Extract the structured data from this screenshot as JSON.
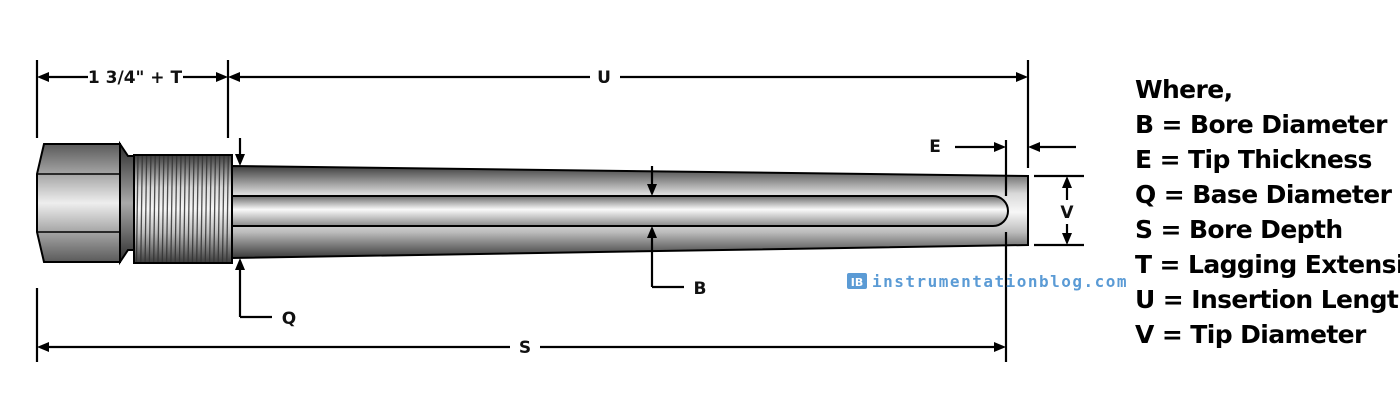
{
  "dimensions": {
    "lagging": "1 3/4\" + T",
    "u": "U",
    "e": "E",
    "v": "V",
    "b": "B",
    "q": "Q",
    "s": "S"
  },
  "watermark": {
    "logo": "IB",
    "text": "instrumentationblog.com"
  },
  "legend": {
    "title": "Where,",
    "items": [
      "B = Bore Diameter",
      "E = Tip Thickness",
      "Q = Base Diameter",
      "S = Bore Depth",
      "T = Lagging Extension",
      "U = Insertion Length",
      "V = Tip Diameter"
    ]
  },
  "colors": {
    "line": "#000000",
    "metal_dark": "#4a4a4a",
    "metal_light": "#f2f2f2",
    "watermark": "#5b9bd5"
  }
}
